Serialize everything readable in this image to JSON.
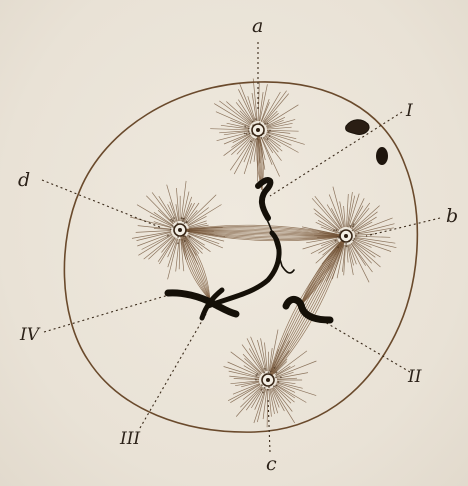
{
  "figure": {
    "labels": {
      "a": "a",
      "b": "b",
      "c": "c",
      "d": "d",
      "I": "I",
      "II": "II",
      "III": "III",
      "IV": "IV"
    },
    "colors": {
      "paper": "#ece6db",
      "ink": "#2b2118",
      "chromosome": "#151008"
    }
  }
}
